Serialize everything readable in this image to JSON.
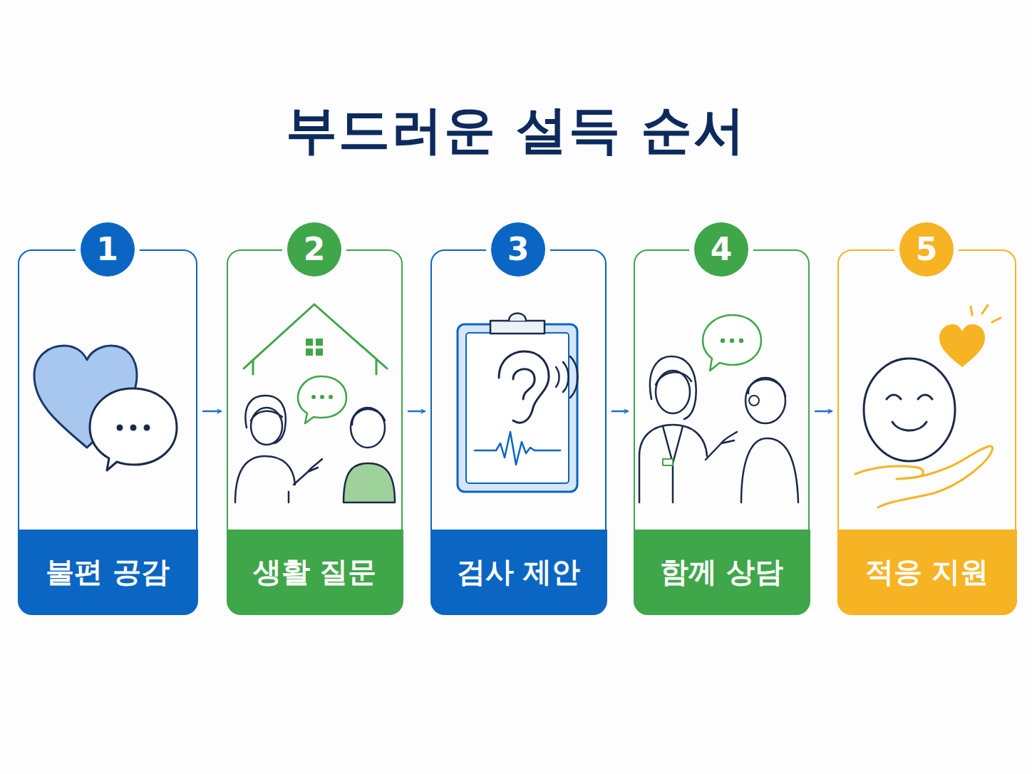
{
  "diagram": {
    "title": "부드러운 설득 순서",
    "nodes": [
      {
        "text": [
          "1",
          "불편 공감"
        ]
      },
      {
        "text": [
          "2",
          "생활 질문"
        ]
      },
      {
        "text": [
          "3",
          "검사 제안"
        ]
      },
      {
        "text": [
          "4",
          "함께 상담"
        ]
      },
      {
        "text": [
          "5",
          "적응 지원"
        ]
      }
    ],
    "edges": [
      {
        "from": 0,
        "to": 1,
        "arrow": "to"
      },
      {
        "from": 1,
        "to": 2,
        "arrow": "to"
      },
      {
        "from": 2,
        "to": 3,
        "arrow": "to"
      },
      {
        "from": 3,
        "to": 4,
        "arrow": "to"
      }
    ]
  }
}
